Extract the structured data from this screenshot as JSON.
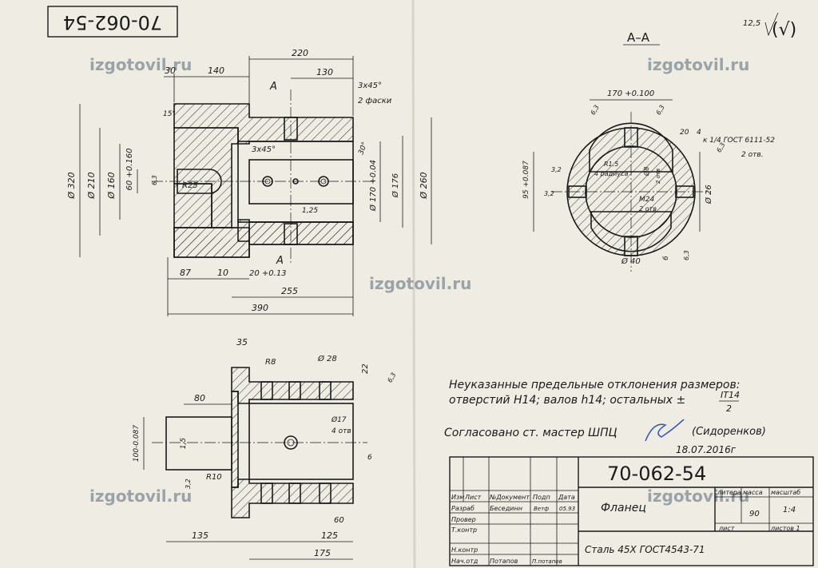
{
  "title_block": {
    "drawing_number_top": "70-062-54",
    "drawing_number": "70-062-54",
    "part_name": "Фланец",
    "material": "Сталь 45Х ГОСТ4543-71",
    "litera_label": "литера",
    "mass_label": "масса",
    "mass": "90",
    "scale_label": "масштаб",
    "scale": "1:4",
    "sheet_label": "лист",
    "sheets_label": "листов 1",
    "hdr_izm": "Изм",
    "hdr_list": "Лист",
    "hdr_doc": "№Документ",
    "hdr_sign": "Подп",
    "hdr_date": "Дата",
    "role_razrab": "Разраб",
    "name_razrab": "Бесединн",
    "sign_razrab": "Ветф",
    "date_razrab": "05.93",
    "role_prover": "Провер",
    "role_tkontr": "Т.контр",
    "role_nkontr": "Н.контр",
    "role_nachotd": "Нач.отд",
    "name_nachotd": "Потапов",
    "sign_nachotd": "П.потапов"
  },
  "notes": {
    "tolerance_line1": "Неуказанные предельные отклонения размеров:",
    "tolerance_line2": "отверстий Н14; валов h14; остальных ±",
    "tolerance_frac_top": "IT14",
    "tolerance_frac_bottom": "2",
    "approval": "Согласовано ст. мастер ШПЦ",
    "approval_name": "(Сидоренков)",
    "approval_date": "18.07.2016г",
    "roughness_value": "12,5",
    "roughness_mark": "(√)"
  },
  "section_view": {
    "label": "А–А"
  },
  "watermark": {
    "text": "izgotovil.ru"
  },
  "dims": {
    "d220": "220",
    "d30": "30",
    "d140": "140",
    "d130": "130",
    "chamfer": "3х45°",
    "chamfer_note": "2 фаски",
    "d15": "15°",
    "chamfer2": "3х45°",
    "d30deg": "30°",
    "d320": "Ø 320",
    "d210": "Ø 210",
    "d160": "Ø 160",
    "d60": "60 +0.160",
    "d63a": "6,3",
    "r25": "R25",
    "d170": "Ø 170 +0.04",
    "d176": "Ø 176",
    "d260": "Ø 260",
    "d125": "1,25",
    "d87": "87",
    "d10": "10",
    "d20": "20 +0.13",
    "d255": "255",
    "d390": "390",
    "secA": "А",
    "s170": "170 +0.100",
    "s63a": "6,3",
    "s63b": "6,3",
    "s95": "95 +0.087",
    "s32a": "3,2",
    "s32b": "3,2",
    "sR15": "R1.5",
    "s4rad": "4 радиуса",
    "s8": "Ø8",
    "s2otv": "2 отв",
    "sM24": "М24",
    "s2otvb": "2 отв",
    "s20": "20",
    "s4": "4",
    "sK14": "к 1/4 ГОСТ 6111-52",
    "s2otvc": "2 отв.",
    "s63c": "6,3",
    "s26": "Ø 26",
    "s40": "Ø 40",
    "s6": "6",
    "s63d": "6,3",
    "b35": "35",
    "bR8": "R8",
    "b28": "Ø 28",
    "b22": "22",
    "b63": "6,3",
    "b80": "80",
    "b100": "100-0.087",
    "b15": "1,5",
    "b17": "Ø17",
    "b4otv": "4 отв",
    "b6": "6",
    "bR10": "R10",
    "b32": "3,2",
    "b60": "60",
    "b135": "135",
    "b125": "125",
    "b175": "175"
  }
}
